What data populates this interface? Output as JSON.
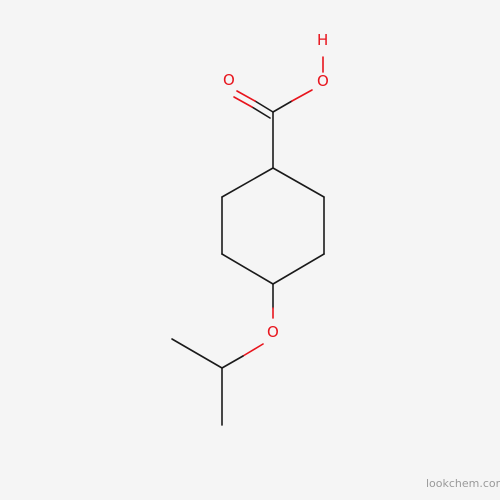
{
  "molecule": {
    "atoms": {
      "hydroxyl_h": "H",
      "hydroxyl_o": "O",
      "carbonyl_o": "O",
      "ether_o": "O"
    }
  },
  "colors": {
    "carbon_bond": "#1a1a1a",
    "oxygen": "#e8141c",
    "background": "#f5f5f5",
    "watermark": "#9a9a9a"
  },
  "watermark": "lookchem.com"
}
